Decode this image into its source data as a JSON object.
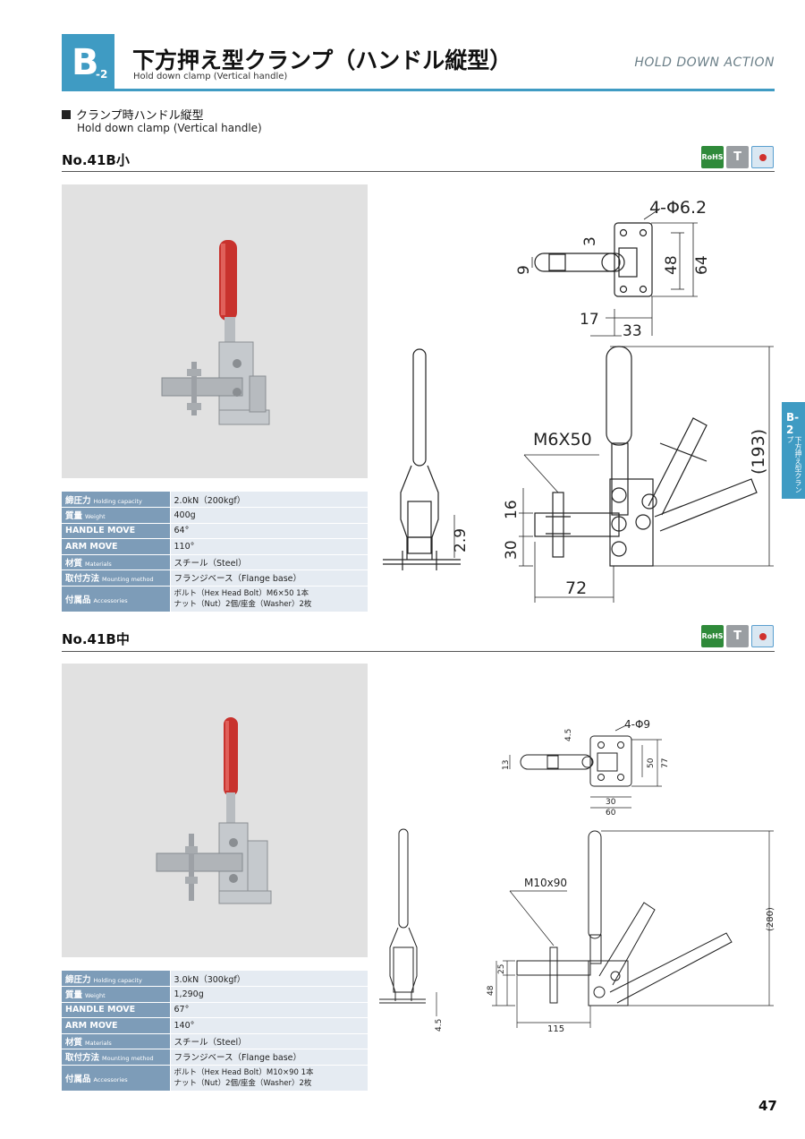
{
  "header": {
    "block_letter": "B",
    "block_sub": "-2",
    "title": "下方押え型クランプ（ハンドル縦型）",
    "title_en": "Hold down clamp (Vertical handle)",
    "category_en": "HOLD DOWN ACTION"
  },
  "section": {
    "heading": "クランプ時ハンドル縦型",
    "heading_en": "Hold down clamp (Vertical handle)"
  },
  "badges": {
    "rohs": "RoHS",
    "tool": "T",
    "fix": ""
  },
  "side_tab": {
    "code": "B-2",
    "label": "下方押え型クランプ"
  },
  "products": [
    {
      "model": "No.41B小",
      "specs": [
        {
          "key": "締圧力",
          "key_en": "Holding capacity",
          "value": "2.0kN（200kgf）"
        },
        {
          "key": "質量",
          "key_en": "Weight",
          "value": "400g"
        },
        {
          "key": "HANDLE MOVE",
          "key_en": "",
          "value": "64°"
        },
        {
          "key": "ARM MOVE",
          "key_en": "",
          "value": "110°"
        },
        {
          "key": "材質",
          "key_en": "Materials",
          "value": "スチール（Steel）"
        },
        {
          "key": "取付方法",
          "key_en": "Mounting method",
          "value": "フランジベース（Flange base）"
        },
        {
          "key": "付属品",
          "key_en": "Accessories",
          "value": "ボルト（Hex Head Bolt）M6×50 1本",
          "value2": "ナット（Nut）2個/座金（Washer）2枚"
        }
      ],
      "dims": {
        "holes": "4-Φ6.2",
        "d3": "3",
        "d9": "9",
        "d48": "48",
        "d64": "64",
        "d17": "17",
        "d33": "33",
        "bolt": "M6X50",
        "d193": "(193)",
        "d16": "16",
        "d30": "30",
        "d29": "2.9",
        "d72": "72"
      }
    },
    {
      "model": "No.41B中",
      "specs": [
        {
          "key": "締圧力",
          "key_en": "Holding capacity",
          "value": "3.0kN（300kgf）"
        },
        {
          "key": "質量",
          "key_en": "Weight",
          "value": "1,290g"
        },
        {
          "key": "HANDLE MOVE",
          "key_en": "",
          "value": "67°"
        },
        {
          "key": "ARM MOVE",
          "key_en": "",
          "value": "140°"
        },
        {
          "key": "材質",
          "key_en": "Materials",
          "value": "スチール（Steel）"
        },
        {
          "key": "取付方法",
          "key_en": "Mounting method",
          "value": "フランジベース（Flange base）"
        },
        {
          "key": "付属品",
          "key_en": "Accessories",
          "value": "ボルト（Hex Head Bolt）M10×90 1本",
          "value2": "ナット（Nut）2個/座金（Washer）2枚"
        }
      ],
      "dims": {
        "holes": "4-Φ9",
        "d45": "4.5",
        "d13": "13",
        "d50": "50",
        "d77": "77",
        "d30": "30",
        "d60": "60",
        "bolt": "M10x90",
        "d280": "(280)",
        "d25": "25",
        "d48": "48",
        "d45b": "4.5",
        "d115": "115"
      }
    }
  ],
  "page_number": "47"
}
